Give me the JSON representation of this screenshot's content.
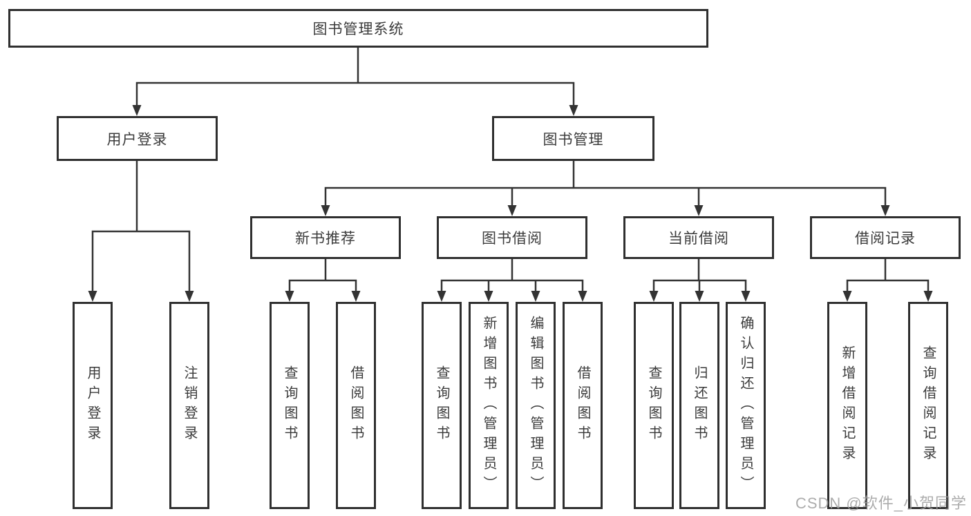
{
  "title": {
    "label": "图书管理系统"
  },
  "level2": [
    {
      "label": "用户登录"
    },
    {
      "label": "图书管理"
    }
  ],
  "level3": [
    {
      "label": "新书推荐",
      "parent": "图书管理"
    },
    {
      "label": "图书借阅",
      "parent": "图书管理"
    },
    {
      "label": "当前借阅",
      "parent": "图书管理"
    },
    {
      "label": "借阅记录",
      "parent": "图书管理"
    }
  ],
  "leaves": [
    {
      "label": "用户登录",
      "parent": "用户登录"
    },
    {
      "label": "注销登录",
      "parent": "用户登录"
    },
    {
      "label": "查询图书",
      "parent": "新书推荐"
    },
    {
      "label": "借阅图书",
      "parent": "新书推荐"
    },
    {
      "label": "查询图书",
      "parent": "图书借阅"
    },
    {
      "label": "新增图书（管理员）",
      "parent": "图书借阅"
    },
    {
      "label": "编辑图书（管理员）",
      "parent": "图书借阅"
    },
    {
      "label": "借阅图书",
      "parent": "图书借阅"
    },
    {
      "label": "查询图书",
      "parent": "当前借阅"
    },
    {
      "label": "归还图书",
      "parent": "当前借阅"
    },
    {
      "label": "确认归还（管理员）",
      "parent": "当前借阅"
    },
    {
      "label": "新增借阅记录",
      "parent": "借阅记录"
    },
    {
      "label": "查询借阅记录",
      "parent": "借阅记录"
    }
  ],
  "watermark": {
    "text": "CSDN @软件_小贺同学"
  },
  "colors": {
    "line": "#333333",
    "border": "#2f2f2f",
    "text": "#3b3b3b",
    "watermark": "#9e9e9e",
    "background": "#ffffff"
  }
}
